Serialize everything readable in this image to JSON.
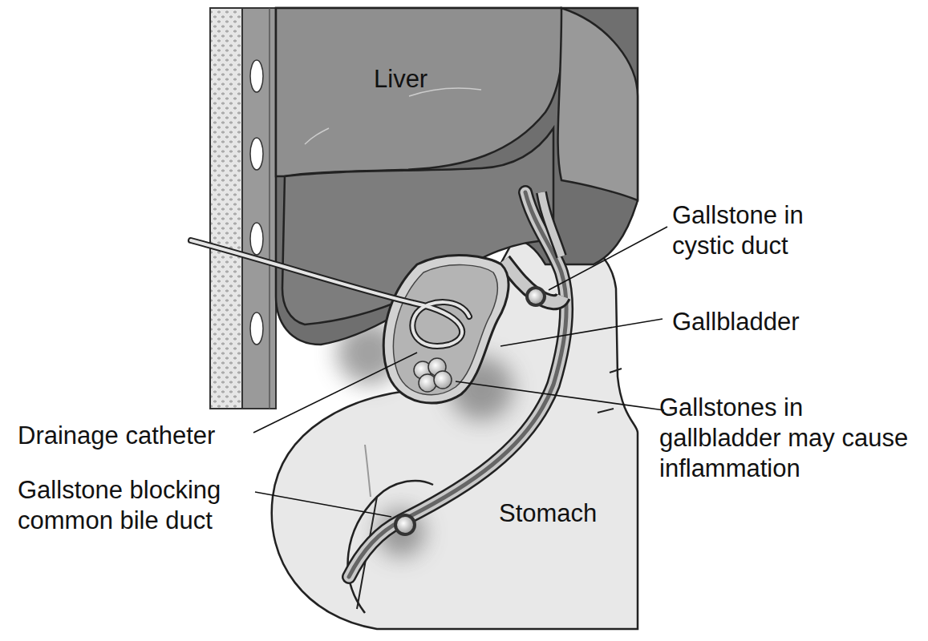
{
  "diagram": {
    "labels": [
      "Liver",
      "Gallstone in cystic duct",
      "Gallbladder",
      "Gallstones in gallbladder may cause inflammation",
      "Drainage catheter",
      "Gallstone blocking common bile duct",
      "Stomach"
    ]
  }
}
